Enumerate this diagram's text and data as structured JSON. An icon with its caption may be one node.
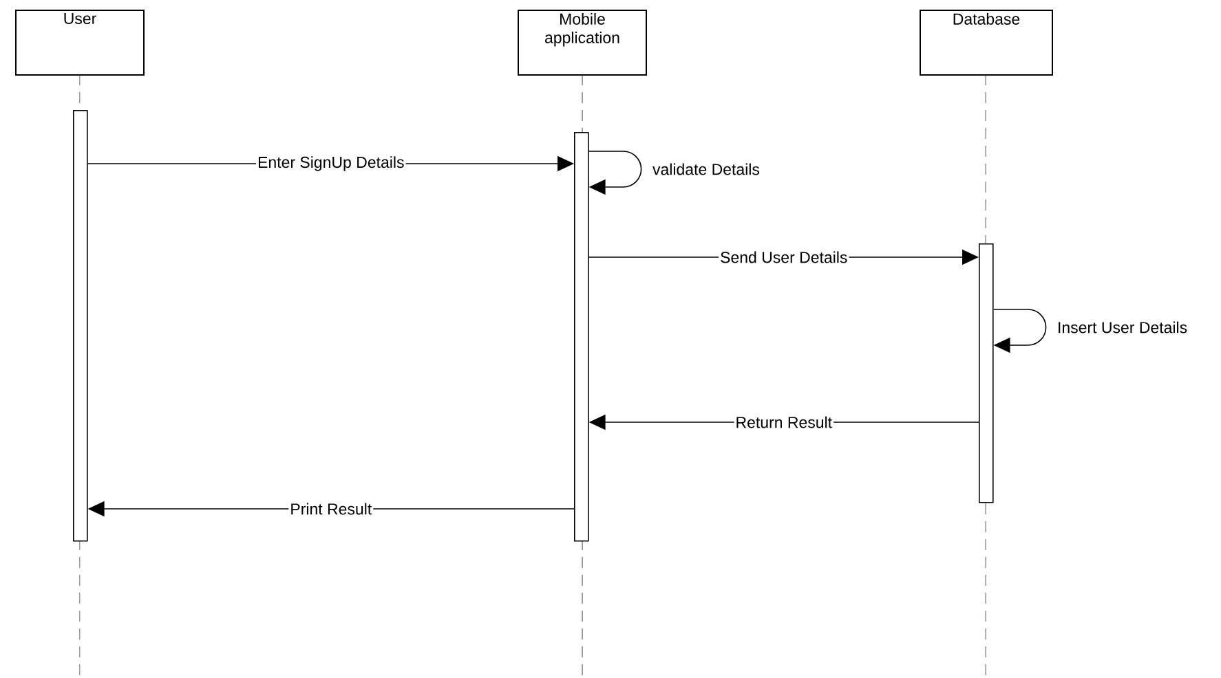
{
  "diagram": {
    "nodes": [
      {
        "text": [
          "User"
        ]
      },
      {
        "text": [
          "Mobile application"
        ]
      },
      {
        "text": [
          "Database"
        ]
      },
      {
        "text": [],
        "shape": "bar"
      },
      {
        "text": [],
        "shape": "bar"
      },
      {
        "text": [],
        "shape": "bar"
      }
    ],
    "edges": [
      {
        "from": 3,
        "to": 4,
        "arrow": "to",
        "label": "Enter SignUp Details"
      },
      {
        "from": 4,
        "to": 4,
        "arrow": "to",
        "label": "validate Details"
      },
      {
        "from": 4,
        "to": 5,
        "arrow": "to",
        "label": "Send User Details"
      },
      {
        "from": 5,
        "to": 5,
        "arrow": "to",
        "label": "Insert User Details"
      },
      {
        "from": 5,
        "to": 4,
        "arrow": "to",
        "label": "Return Result"
      },
      {
        "from": 4,
        "to": 3,
        "arrow": "to",
        "label": "Print Result"
      }
    ]
  }
}
